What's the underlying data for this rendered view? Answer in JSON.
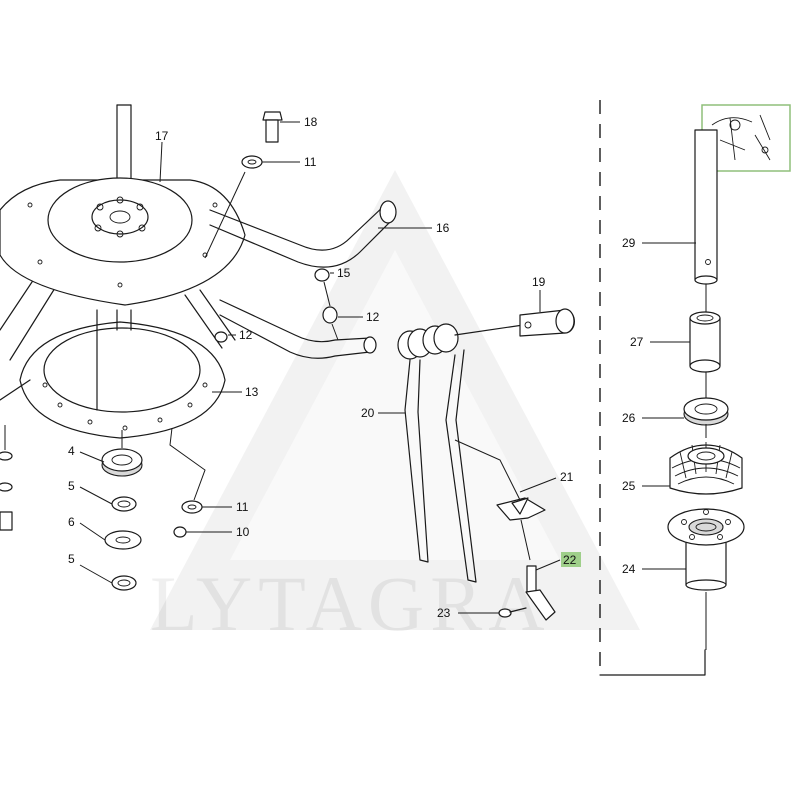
{
  "watermark": {
    "text": "LYTAGRA"
  },
  "accent": {
    "highlight_box": "#9fcf8a",
    "thumbnail_border": "#8fbf7a"
  },
  "callouts": [
    {
      "id": "c17",
      "label": "17"
    },
    {
      "id": "c18",
      "label": "18"
    },
    {
      "id": "c11a",
      "label": "11"
    },
    {
      "id": "c16",
      "label": "16"
    },
    {
      "id": "c15",
      "label": "15"
    },
    {
      "id": "c12a",
      "label": "12"
    },
    {
      "id": "c12b",
      "label": "12"
    },
    {
      "id": "c19",
      "label": "19"
    },
    {
      "id": "c13",
      "label": "13"
    },
    {
      "id": "c20",
      "label": "20"
    },
    {
      "id": "c4",
      "label": "4"
    },
    {
      "id": "c5a",
      "label": "5"
    },
    {
      "id": "c6",
      "label": "6"
    },
    {
      "id": "c5b",
      "label": "5"
    },
    {
      "id": "c11b",
      "label": "11"
    },
    {
      "id": "c10",
      "label": "10"
    },
    {
      "id": "c21",
      "label": "21"
    },
    {
      "id": "c22",
      "label": "22"
    },
    {
      "id": "c23",
      "label": "23"
    },
    {
      "id": "c29",
      "label": "29"
    },
    {
      "id": "c27",
      "label": "27"
    },
    {
      "id": "c26",
      "label": "26"
    },
    {
      "id": "c25",
      "label": "25"
    },
    {
      "id": "c24",
      "label": "24"
    }
  ]
}
